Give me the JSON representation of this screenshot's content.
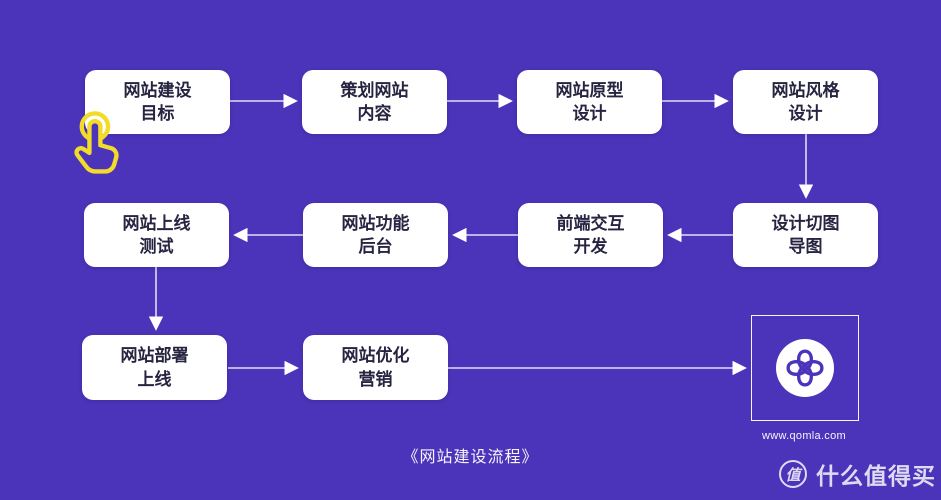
{
  "colors": {
    "background": "#4B34B9",
    "box_background": "#FFFFFF",
    "box_text": "#262440",
    "connector_line": "#E2DDF5",
    "arrowhead": "#FFFFFF",
    "tap_icon_yellow": "#F2DB2A",
    "logo_mark_purple": "#4B34B9"
  },
  "flow": {
    "boxes": [
      {
        "id": "goal",
        "label": "网站建设\n目标"
      },
      {
        "id": "plan",
        "label": "策划网站\n内容"
      },
      {
        "id": "prototype",
        "label": "网站原型\n设计"
      },
      {
        "id": "style",
        "label": "网站风格\n设计"
      },
      {
        "id": "slicing",
        "label": "设计切图\n导图"
      },
      {
        "id": "frontend",
        "label": "前端交互\n开发"
      },
      {
        "id": "backend",
        "label": "网站功能\n后台"
      },
      {
        "id": "testing",
        "label": "网站上线\n测试"
      },
      {
        "id": "deploy",
        "label": "网站部署\n上线"
      },
      {
        "id": "marketing",
        "label": "网站优化\n营销"
      }
    ]
  },
  "logo": {
    "site_url": "www.qomla.com"
  },
  "caption": "《网站建设流程》",
  "watermark": {
    "badge": "值",
    "brand": "什么值得买"
  }
}
